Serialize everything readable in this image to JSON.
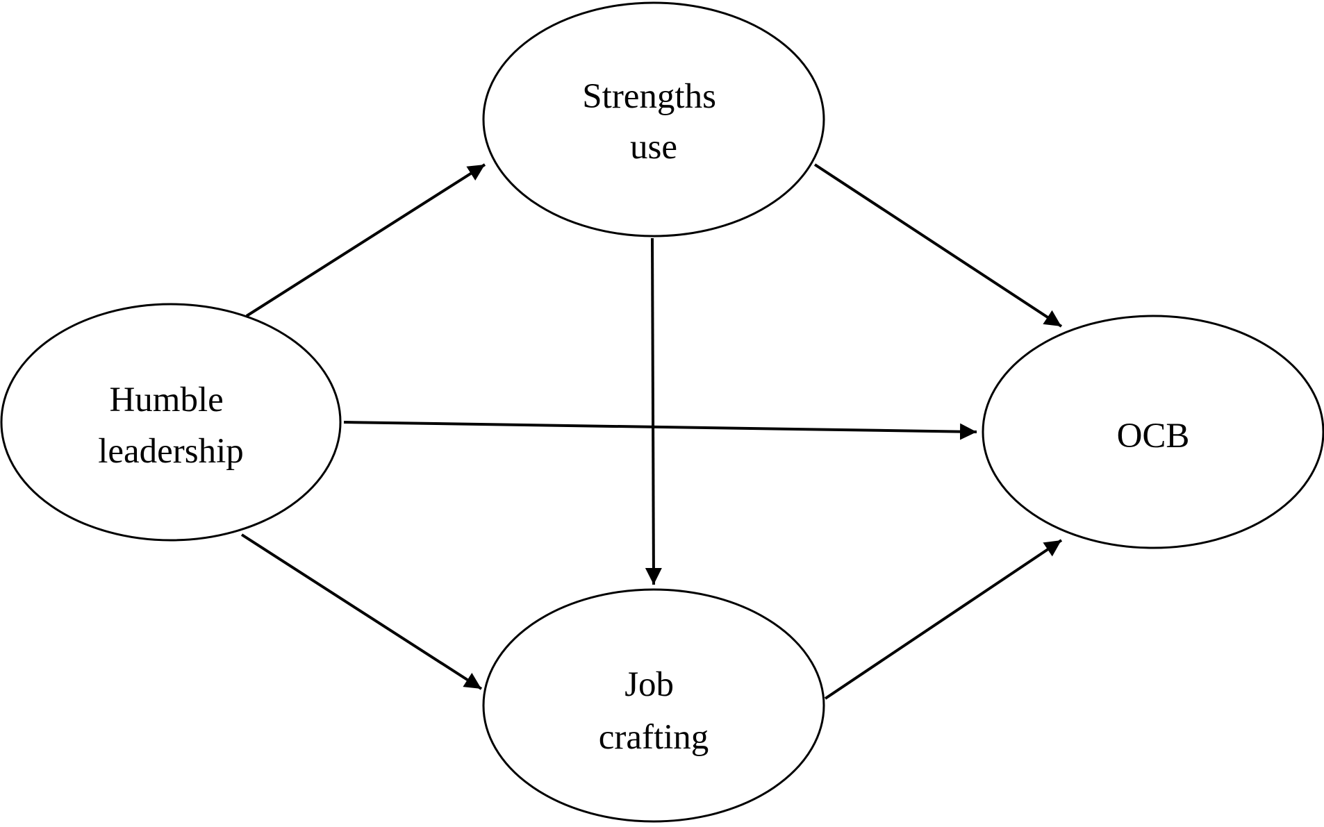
{
  "diagram": {
    "nodes": {
      "humble_leadership": {
        "line1": "Humble",
        "line2": "leadership"
      },
      "strengths_use": {
        "line1": "Strengths",
        "line2": "use"
      },
      "job_crafting": {
        "line1": "Job",
        "line2": "crafting"
      },
      "ocb": {
        "line1": "OCB"
      }
    },
    "edges": [
      {
        "from": "Humble leadership",
        "to": "Strengths use"
      },
      {
        "from": "Humble leadership",
        "to": "Job crafting"
      },
      {
        "from": "Humble leadership",
        "to": "OCB"
      },
      {
        "from": "Strengths use",
        "to": "Job crafting"
      },
      {
        "from": "Strengths use",
        "to": "OCB"
      },
      {
        "from": "Job crafting",
        "to": "OCB"
      }
    ],
    "colors": {
      "stroke": "#000000",
      "background": "#ffffff"
    }
  }
}
